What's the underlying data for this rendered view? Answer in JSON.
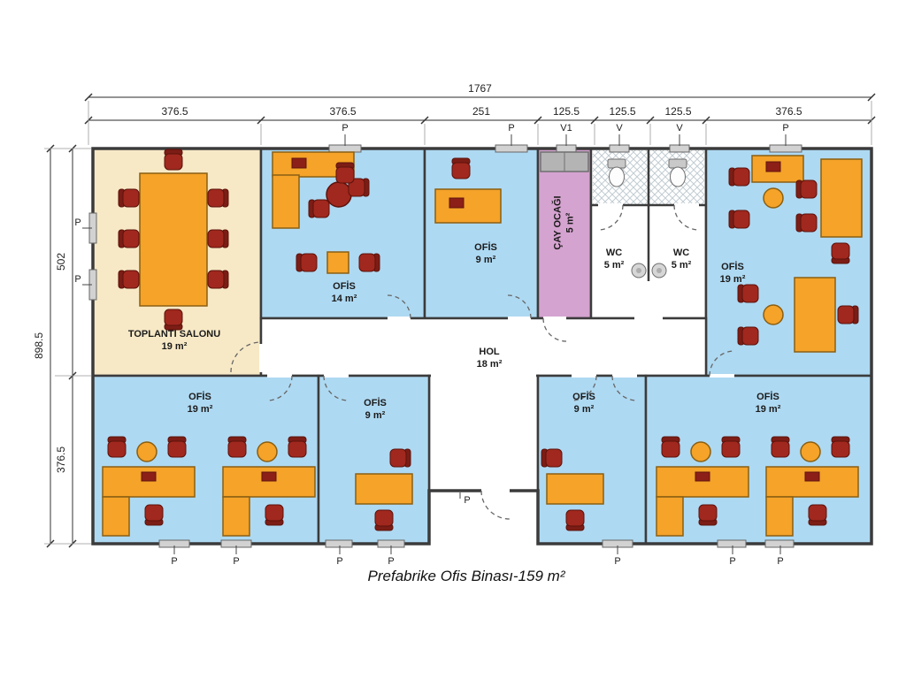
{
  "caption": "Prefabrike Ofis Binası-159 m²",
  "dims": {
    "total_w": "1767",
    "seg": [
      "376.5",
      "376.5",
      "251",
      "125.5",
      "125.5",
      "125.5",
      "376.5"
    ],
    "total_h": "898.5",
    "left_top": "502",
    "left_bottom": "376.5"
  },
  "markers": {
    "p": "P",
    "v1": "V1",
    "v": "V"
  },
  "rooms": {
    "toplanti": {
      "name": "TOPLANTI SALONU",
      "area": "19 m²"
    },
    "ofis14": {
      "name": "OFİS",
      "area": "14 m²"
    },
    "ofis9_top": {
      "name": "OFİS",
      "area": "9 m²"
    },
    "cay": {
      "name": "ÇAY OCAĞI",
      "area": "5 m²"
    },
    "wc1": {
      "name": "WC",
      "area": "5 m²"
    },
    "wc2": {
      "name": "WC",
      "area": "5 m²"
    },
    "ofis19_tr": {
      "name": "OFİS",
      "area": "19 m²"
    },
    "hol": {
      "name": "HOL",
      "area": "18 m²"
    },
    "ofis19_bl": {
      "name": "OFİS",
      "area": "19 m²"
    },
    "ofis9_bl": {
      "name": "OFİS",
      "area": "9 m²"
    },
    "ofis9_br": {
      "name": "OFİS",
      "area": "9 m²"
    },
    "ofis19_br": {
      "name": "OFİS",
      "area": "19 m²"
    }
  },
  "colors": {
    "office_floor": "#aed9f2",
    "meeting_floor": "#f7e9c6",
    "tea_floor": "#d5a3d0",
    "hall_floor": "#ffffff",
    "desk": "#f5a329",
    "chair": "#a1281e",
    "wall": "#3b3b3b"
  }
}
